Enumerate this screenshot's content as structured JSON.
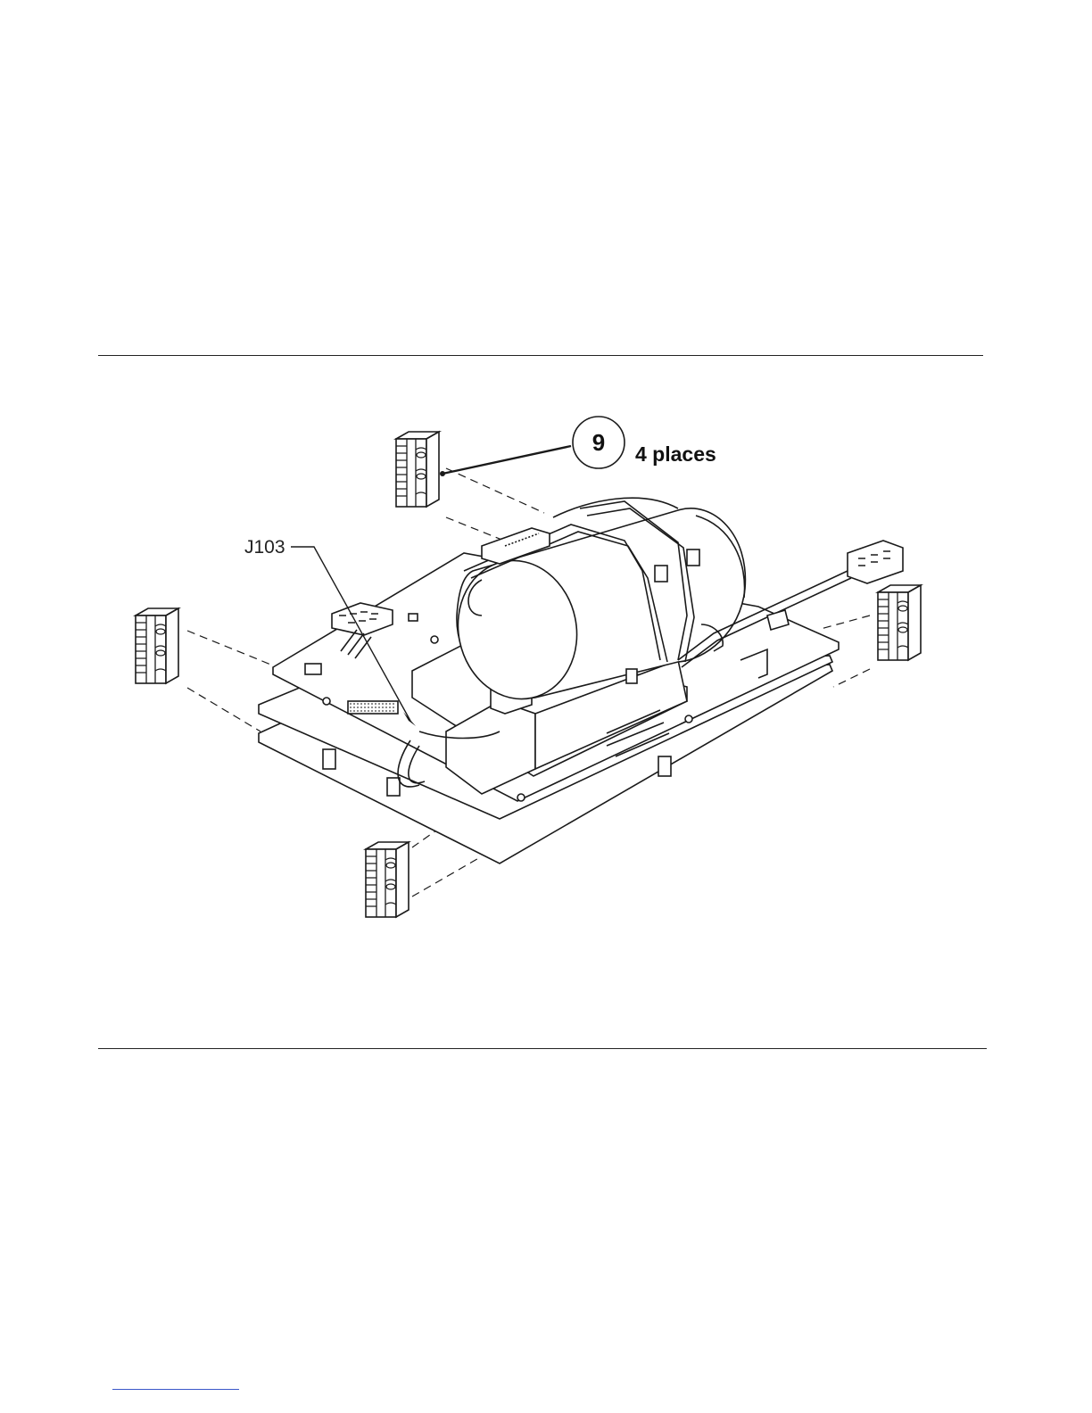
{
  "figure": {
    "callout": {
      "number": "9",
      "quantity": "4 places"
    },
    "reference_label": "J103"
  },
  "colors": {
    "line": "#1a1a1a",
    "rule": "#222222",
    "footer_rule": "#3a57c9",
    "background": "#ffffff"
  }
}
